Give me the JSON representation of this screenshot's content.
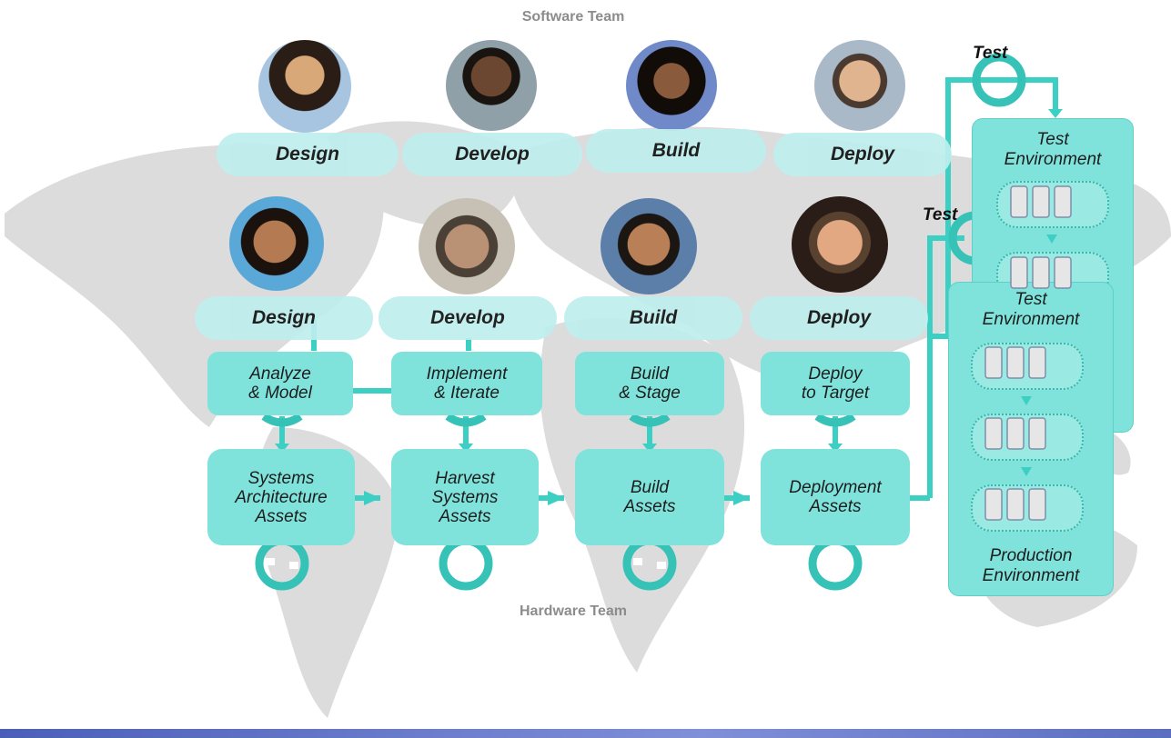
{
  "teams": {
    "software": "Software Team",
    "hardware": "Hardware Team"
  },
  "software_row": [
    "Design",
    "Develop",
    "Build",
    "Deploy"
  ],
  "hardware_row": [
    "Design",
    "Develop",
    "Build",
    "Deploy"
  ],
  "activities": [
    "Analyze\n& Model",
    "Implement\n& Iterate",
    "Build\n& Stage",
    "Deploy\nto Target"
  ],
  "assets": [
    "Systems\nArchitecture\nAssets",
    "Harvest\nSystems\nAssets",
    "Build\nAssets",
    "Deployment\nAssets"
  ],
  "test_labels": [
    "Test",
    "Test"
  ],
  "environments": {
    "back_title": "Test\nEnvironment",
    "front_title": "Test\nEnvironment",
    "production": "Production\nEnvironment",
    "partial_letter": "t"
  },
  "colors": {
    "accent": "#3ccfc4",
    "box": "#7fe3dc",
    "pill": "#bfeeee",
    "map": "#d9d9d9",
    "footer": "#5b6ec0"
  }
}
